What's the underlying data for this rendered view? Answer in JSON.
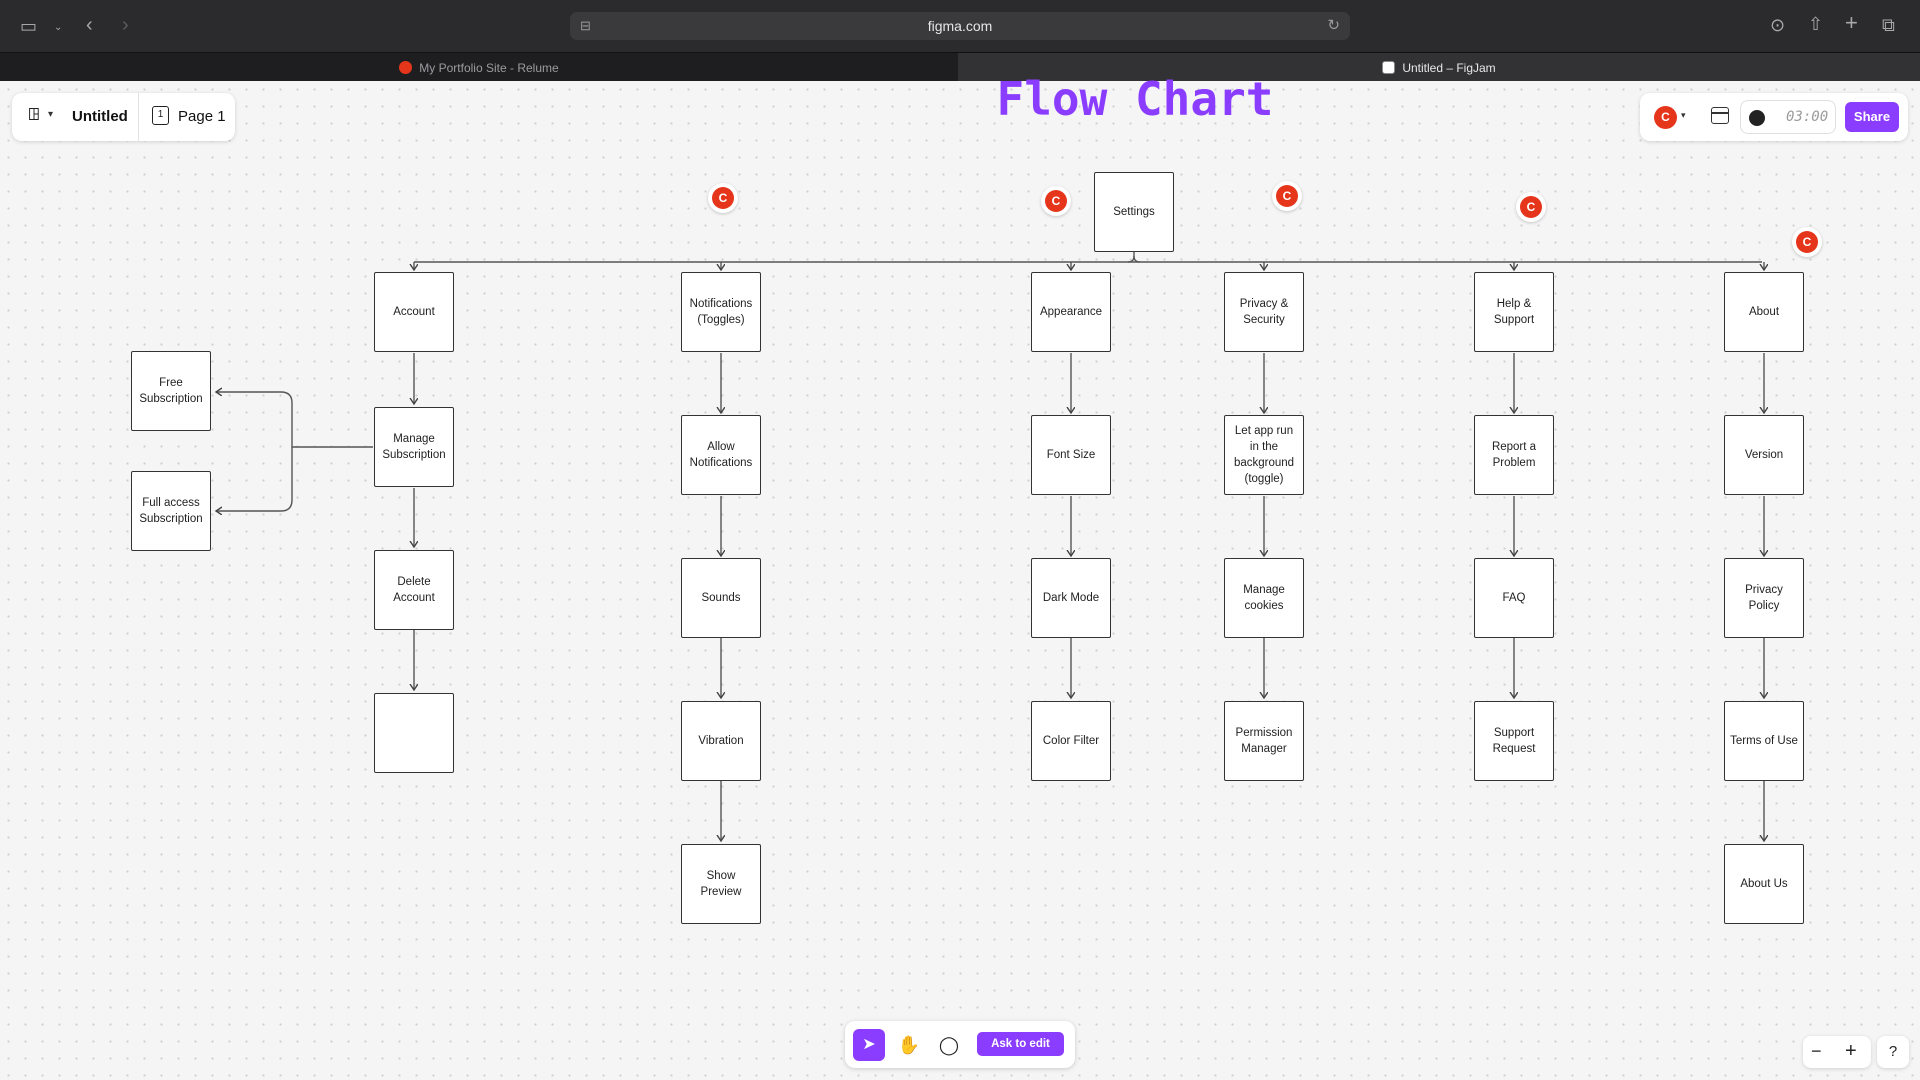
{
  "browser": {
    "url": "figma.com",
    "tabs": [
      {
        "label": "My Portfolio Site - Relume"
      },
      {
        "label": "Untitled – FigJam"
      }
    ]
  },
  "file": {
    "title": "Untitled",
    "page": "Page 1"
  },
  "board": {
    "title": "Flow Chart",
    "root": "Settings",
    "nodes": {
      "account": "Account",
      "free_sub": "Free Subscription",
      "full_sub": "Full access Subscription",
      "manage_sub": "Manage Subscription",
      "delete_account": "Delete Account",
      "empty": "",
      "notifications": "Notifications (Toggles)",
      "allow_notifications": "Allow Notifications",
      "sounds": "Sounds",
      "vibration": "Vibration",
      "show_preview": "Show Preview",
      "appearance": "Appearance",
      "font_size": "Font Size",
      "dark_mode": "Dark Mode",
      "color_filter": "Color Filter",
      "privacy": "Privacy & Security",
      "background_toggle": "Let app run in the background (toggle)",
      "manage_cookies": "Manage cookies",
      "permission_manager": "Permission Manager",
      "help": "Help & Support",
      "report_problem": "Report a Problem",
      "faq": "FAQ",
      "support_request": "Support Request",
      "about": "About",
      "version": "Version",
      "privacy_policy": "Privacy Policy",
      "terms": "Terms of Use",
      "about_us": "About Us"
    },
    "avatar_initial": "C"
  },
  "toolbar": {
    "share": "Share",
    "timer": "03:00",
    "ask_to_edit": "Ask to edit",
    "avatar_initial": "C"
  },
  "colors": {
    "accent": "#8b3dff",
    "avatar": "#e5361b"
  }
}
